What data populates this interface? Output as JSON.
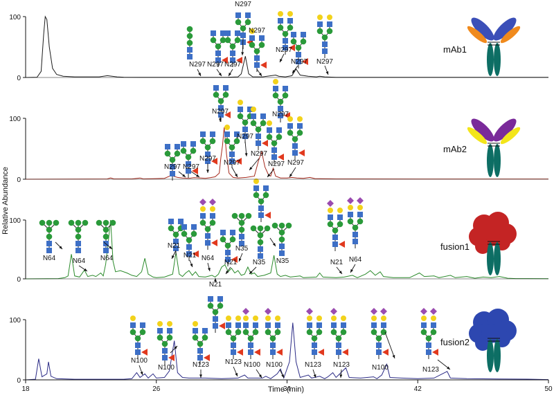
{
  "chart_data": {
    "type": "line",
    "xlabel": "Time (min)",
    "ylabel": "Relative Abundance",
    "xlim": [
      18,
      50
    ],
    "x_ticks": [
      18,
      26,
      34,
      42,
      50
    ],
    "ylim": [
      0,
      100
    ],
    "y_ticks": [
      0,
      100
    ],
    "panels": [
      {
        "name": "mAb1",
        "color": "#1a1a1a",
        "points": [
          [
            18,
            0
          ],
          [
            18.7,
            0.5
          ],
          [
            18.95,
            10
          ],
          [
            19.1,
            70
          ],
          [
            19.2,
            100
          ],
          [
            19.3,
            95
          ],
          [
            19.45,
            50
          ],
          [
            19.65,
            15
          ],
          [
            19.9,
            5
          ],
          [
            20.3,
            2
          ],
          [
            21,
            1
          ],
          [
            22.5,
            1
          ],
          [
            23,
            3
          ],
          [
            23.3,
            2
          ],
          [
            23.6,
            1
          ],
          [
            24,
            0.5
          ],
          [
            25,
            0.3
          ],
          [
            27,
            0.2
          ],
          [
            29,
            0.3
          ],
          [
            30.4,
            0.5
          ],
          [
            31,
            1
          ],
          [
            31.2,
            6
          ],
          [
            31.45,
            35
          ],
          [
            31.65,
            6
          ],
          [
            31.9,
            1
          ],
          [
            32.5,
            1
          ],
          [
            33.3,
            4
          ],
          [
            33.5,
            2
          ],
          [
            33.9,
            1
          ],
          [
            34.3,
            3
          ],
          [
            34.55,
            14
          ],
          [
            34.8,
            4
          ],
          [
            35.3,
            2
          ],
          [
            35.8,
            1
          ],
          [
            36,
            2
          ],
          [
            36.3,
            1
          ],
          [
            37,
            0.3
          ],
          [
            42,
            0.2
          ],
          [
            50,
            0.2
          ]
        ],
        "annotations": [
          "N297",
          "N297",
          "N297",
          "N297",
          "N297",
          "N297",
          "N297",
          "N297"
        ]
      },
      {
        "name": "mAb2",
        "color": "#a5281b",
        "points": [
          [
            18,
            0
          ],
          [
            23,
            0.5
          ],
          [
            23.2,
            2
          ],
          [
            23.4,
            0.5
          ],
          [
            24.5,
            0.5
          ],
          [
            25,
            2
          ],
          [
            25.2,
            0.5
          ],
          [
            26,
            1
          ],
          [
            26.5,
            1.5
          ],
          [
            26.9,
            6
          ],
          [
            27.3,
            3
          ],
          [
            27.6,
            2
          ],
          [
            28,
            1.5
          ],
          [
            28.3,
            2.5
          ],
          [
            28.7,
            2
          ],
          [
            29,
            1.5
          ],
          [
            29.3,
            2.5
          ],
          [
            29.6,
            4
          ],
          [
            29.85,
            10
          ],
          [
            29.95,
            35
          ],
          [
            30.05,
            55
          ],
          [
            30.15,
            85
          ],
          [
            30.3,
            40
          ],
          [
            30.45,
            10
          ],
          [
            30.7,
            3
          ],
          [
            31,
            2
          ],
          [
            31.5,
            3
          ],
          [
            32,
            5
          ],
          [
            32.25,
            30
          ],
          [
            32.45,
            45
          ],
          [
            32.65,
            20
          ],
          [
            32.85,
            8
          ],
          [
            33,
            5
          ],
          [
            33.15,
            18
          ],
          [
            33.3,
            5
          ],
          [
            33.6,
            2
          ],
          [
            34,
            2
          ],
          [
            34.3,
            3
          ],
          [
            34.6,
            2
          ],
          [
            35,
            1.5
          ],
          [
            35.4,
            3
          ],
          [
            35.7,
            1
          ],
          [
            37,
            0.5
          ],
          [
            42,
            0.3
          ],
          [
            50,
            0.3
          ]
        ],
        "annotations": [
          "N297",
          "N297",
          "N297",
          "N297",
          "N297",
          "N297",
          "N297",
          "N297"
        ]
      },
      {
        "name": "fusion1",
        "color": "#2a8a2a",
        "points": [
          [
            18,
            0
          ],
          [
            20,
            0.5
          ],
          [
            20.4,
            2
          ],
          [
            20.6,
            5
          ],
          [
            20.8,
            42
          ],
          [
            21,
            5
          ],
          [
            21.3,
            3
          ],
          [
            21.6,
            15
          ],
          [
            21.8,
            4
          ],
          [
            22.1,
            6
          ],
          [
            22.3,
            4
          ],
          [
            22.6,
            10
          ],
          [
            22.75,
            5
          ],
          [
            22.9,
            25
          ],
          [
            23.05,
            60
          ],
          [
            23.2,
            100
          ],
          [
            23.35,
            30
          ],
          [
            23.5,
            12
          ],
          [
            23.8,
            14
          ],
          [
            24.2,
            10
          ],
          [
            24.5,
            6
          ],
          [
            24.8,
            4
          ],
          [
            25.1,
            12
          ],
          [
            25.3,
            35
          ],
          [
            25.5,
            8
          ],
          [
            25.8,
            3
          ],
          [
            26,
            2
          ],
          [
            26.5,
            3
          ],
          [
            27,
            8
          ],
          [
            27.2,
            45
          ],
          [
            27.4,
            8
          ],
          [
            27.6,
            4
          ],
          [
            27.8,
            10
          ],
          [
            28,
            14
          ],
          [
            28.2,
            6
          ],
          [
            28.4,
            12
          ],
          [
            28.6,
            4
          ],
          [
            29,
            3
          ],
          [
            29.4,
            6
          ],
          [
            29.6,
            3
          ],
          [
            29.8,
            8
          ],
          [
            30,
            20
          ],
          [
            30.2,
            24
          ],
          [
            30.4,
            12
          ],
          [
            30.6,
            18
          ],
          [
            30.8,
            10
          ],
          [
            31,
            14
          ],
          [
            31.2,
            6
          ],
          [
            31.4,
            8
          ],
          [
            31.6,
            20
          ],
          [
            31.8,
            8
          ],
          [
            32,
            10
          ],
          [
            32.2,
            4
          ],
          [
            32.6,
            6
          ],
          [
            33,
            10
          ],
          [
            33.2,
            40
          ],
          [
            33.4,
            8
          ],
          [
            33.6,
            4
          ],
          [
            33.9,
            6
          ],
          [
            34.2,
            3
          ],
          [
            34.8,
            5
          ],
          [
            35,
            2
          ],
          [
            35.8,
            3
          ],
          [
            36,
            10
          ],
          [
            36.2,
            3
          ],
          [
            37,
            2
          ],
          [
            37.5,
            3
          ],
          [
            38,
            6
          ],
          [
            38.3,
            2
          ],
          [
            38.8,
            8
          ],
          [
            39.1,
            14
          ],
          [
            39.4,
            6
          ],
          [
            39.7,
            12
          ],
          [
            39.9,
            4
          ],
          [
            40.5,
            2
          ],
          [
            41.5,
            2
          ],
          [
            42.1,
            10
          ],
          [
            42.4,
            4
          ],
          [
            43,
            5
          ],
          [
            43.3,
            2
          ],
          [
            44,
            6
          ],
          [
            44.3,
            2
          ],
          [
            45,
            4
          ],
          [
            45.5,
            1
          ],
          [
            46,
            3
          ],
          [
            46.5,
            2
          ],
          [
            47,
            4
          ],
          [
            47.5,
            1
          ],
          [
            48,
            0.5
          ],
          [
            50,
            0.3
          ]
        ],
        "annotations": [
          "N64",
          "N64",
          "N64",
          "N21",
          "N21",
          "N64",
          "N21",
          "N35",
          "N35",
          "N35",
          "N21",
          "N64",
          "N21"
        ]
      },
      {
        "name": "fusion2",
        "color": "#2b2b86",
        "points": [
          [
            18,
            0
          ],
          [
            18.6,
            1
          ],
          [
            18.8,
            35
          ],
          [
            19,
            5
          ],
          [
            19.3,
            10
          ],
          [
            19.4,
            30
          ],
          [
            19.55,
            6
          ],
          [
            19.9,
            2
          ],
          [
            21,
            1
          ],
          [
            24,
            1
          ],
          [
            24.5,
            2
          ],
          [
            24.8,
            12
          ],
          [
            25,
            4
          ],
          [
            25.3,
            10
          ],
          [
            25.5,
            3
          ],
          [
            25.8,
            10
          ],
          [
            26,
            3
          ],
          [
            26.5,
            4
          ],
          [
            26.8,
            15
          ],
          [
            27.1,
            65
          ],
          [
            27.3,
            12
          ],
          [
            27.6,
            4
          ],
          [
            28,
            3
          ],
          [
            29,
            3
          ],
          [
            30,
            2
          ],
          [
            31,
            3
          ],
          [
            31.4,
            8
          ],
          [
            31.6,
            3
          ],
          [
            32.5,
            3
          ],
          [
            32.7,
            6
          ],
          [
            33,
            2
          ],
          [
            33.4,
            10
          ],
          [
            33.6,
            18
          ],
          [
            33.8,
            3
          ],
          [
            34.15,
            30
          ],
          [
            34.35,
            95
          ],
          [
            34.55,
            30
          ],
          [
            34.8,
            4
          ],
          [
            35.3,
            8
          ],
          [
            35.5,
            3
          ],
          [
            36,
            6
          ],
          [
            36.3,
            2
          ],
          [
            36.5,
            5
          ],
          [
            36.8,
            12
          ],
          [
            37,
            4
          ],
          [
            37.6,
            20
          ],
          [
            37.8,
            4
          ],
          [
            38.5,
            3
          ],
          [
            39.3,
            5
          ],
          [
            39.5,
            2
          ],
          [
            39.8,
            8
          ],
          [
            40.1,
            26
          ],
          [
            40.3,
            4
          ],
          [
            41,
            3
          ],
          [
            42,
            2
          ],
          [
            43,
            3
          ],
          [
            43.8,
            14
          ],
          [
            44,
            3
          ],
          [
            45,
            2
          ],
          [
            47,
            1.5
          ],
          [
            49,
            1
          ],
          [
            50,
            0.5
          ]
        ],
        "annotations": [
          "N100",
          "N100",
          "N123",
          "N123",
          "N100",
          "N100",
          "N123",
          "N123",
          "N100",
          "N123"
        ]
      }
    ]
  }
}
